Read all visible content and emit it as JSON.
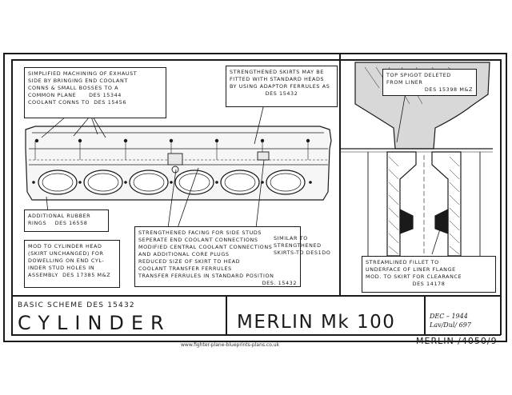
{
  "notes": {
    "exhaust": {
      "lines": [
        "Simplified machining of exhaust",
        "side by bringing end coolant",
        "conns & small bosses to a",
        "common plane"
      ],
      "ref1": "DES 15344",
      "line5": "Coolant conns to",
      "ref2": "DES 15456"
    },
    "skirts": {
      "lines": [
        "Strengthened skirts may be",
        "fitted with standard heads",
        "by using adaptor ferrules as"
      ],
      "ref": "DES 15432"
    },
    "rubber": {
      "lines": [
        "Additional rubber",
        "rings"
      ],
      "ref": "DES 16558"
    },
    "facing": {
      "lines": [
        "Strengthened facing for side studs",
        "seperate end coolant connections",
        "modified central coolant connections",
        "and additional core plugs",
        "reduced size of skirt to head",
        "coolant transfer ferrules",
        "transfer ferrules in standard position"
      ],
      "ref": "DES. 15432"
    },
    "similar": {
      "lines": [
        "Similar to",
        "strengthened",
        "skirts-to DES1DO"
      ]
    },
    "head_mod": {
      "lines": [
        "Mod to cylinder head",
        "(skirt unchanged) for",
        "dowelling on end cyl-",
        "inder stud holes in"
      ],
      "line5": "assembly",
      "ref": "DES 17385 M&Z"
    },
    "spigot": {
      "lines": [
        "Top spigot deleted",
        "from liner"
      ],
      "ref": "DES 15398 M&Z"
    },
    "fillet": {
      "lines": [
        "Streamlined fillet to",
        "underface of liner flange",
        "mod. to skirt for clearance"
      ],
      "ref": "DES 14178"
    }
  },
  "footer": {
    "basic_scheme": "BASIC SCHEME DES 15432",
    "title": "CYLINDER",
    "engine": "MERLIN Mk 100",
    "date": "DEC – 1944",
    "drawing_ref": "Lav/Dul/ 697",
    "sheet": "MERLIN /4050/9"
  },
  "watermark": "www.fighter-plane-blueprints-plans.co.uk"
}
